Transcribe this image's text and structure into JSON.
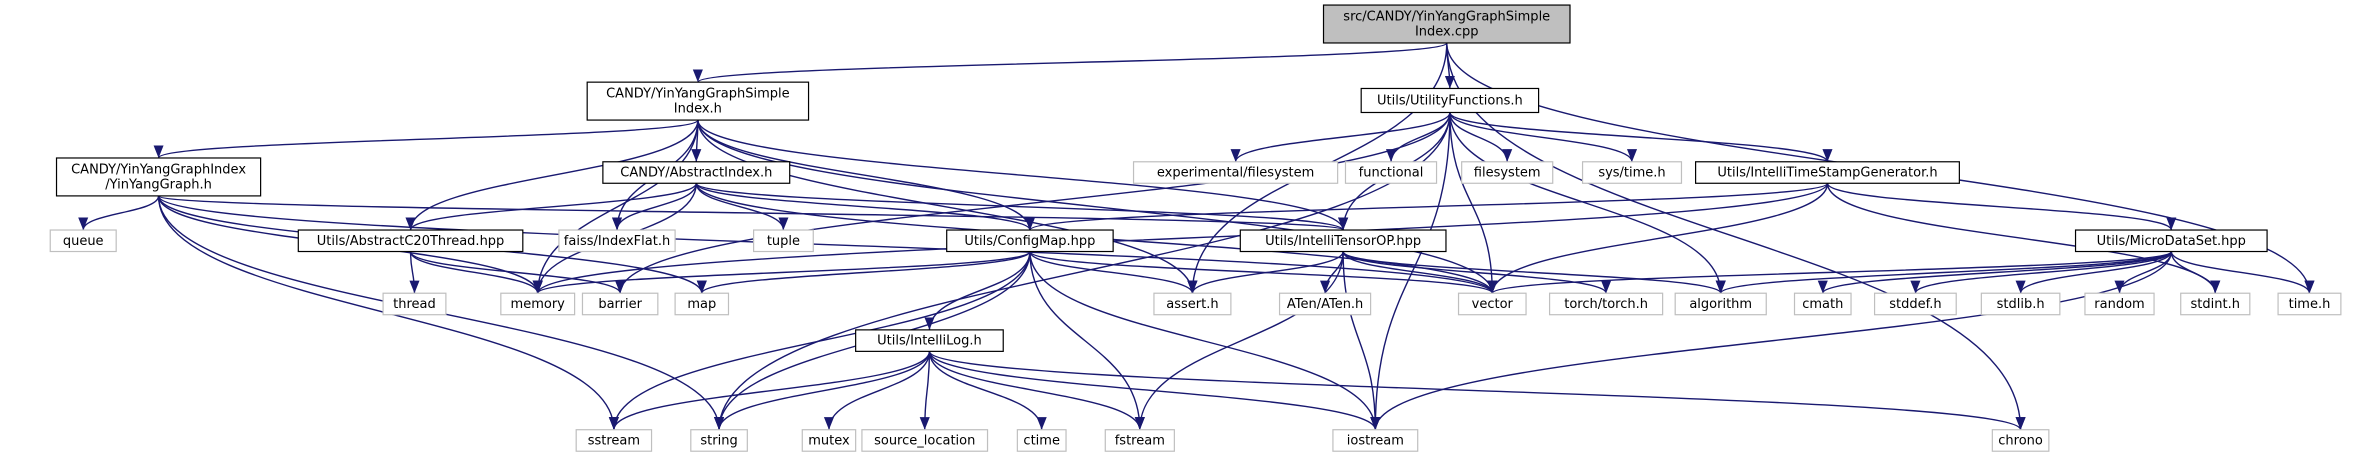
{
  "graph": {
    "nodes": [
      {
        "id": "root",
        "lines": [
          "src/CANDY/YinYangGraphSimple",
          "Index.cpp"
        ],
        "kind": "main"
      },
      {
        "id": "yygsi",
        "lines": [
          "CANDY/YinYangGraphSimple",
          "Index.h"
        ],
        "kind": "local"
      },
      {
        "id": "utilfn",
        "lines": [
          "Utils/UtilityFunctions.h"
        ],
        "kind": "local"
      },
      {
        "id": "yyg",
        "lines": [
          "CANDY/YinYangGraphIndex",
          "/YinYangGraph.h"
        ],
        "kind": "local"
      },
      {
        "id": "absidx",
        "lines": [
          "CANDY/AbstractIndex.h"
        ],
        "kind": "local"
      },
      {
        "id": "expfs",
        "lines": [
          "experimental/filesystem"
        ],
        "kind": "system"
      },
      {
        "id": "functional",
        "lines": [
          "functional"
        ],
        "kind": "system"
      },
      {
        "id": "filesystem",
        "lines": [
          "filesystem"
        ],
        "kind": "system"
      },
      {
        "id": "systime",
        "lines": [
          "sys/time.h"
        ],
        "kind": "system"
      },
      {
        "id": "itsg",
        "lines": [
          "Utils/IntelliTimeStampGenerator.h"
        ],
        "kind": "local"
      },
      {
        "id": "queue",
        "lines": [
          "queue"
        ],
        "kind": "system"
      },
      {
        "id": "faiss",
        "lines": [
          "faiss/IndexFlat.h"
        ],
        "kind": "system"
      },
      {
        "id": "tuple",
        "lines": [
          "tuple"
        ],
        "kind": "system"
      },
      {
        "id": "ac20",
        "lines": [
          "Utils/AbstractC20Thread.hpp"
        ],
        "kind": "local"
      },
      {
        "id": "cfgmap",
        "lines": [
          "Utils/ConfigMap.hpp"
        ],
        "kind": "local"
      },
      {
        "id": "tensor",
        "lines": [
          "Utils/IntelliTensorOP.hpp"
        ],
        "kind": "local"
      },
      {
        "id": "mds",
        "lines": [
          "Utils/MicroDataSet.hpp"
        ],
        "kind": "local"
      },
      {
        "id": "thread",
        "lines": [
          "thread"
        ],
        "kind": "system"
      },
      {
        "id": "memory",
        "lines": [
          "memory"
        ],
        "kind": "system"
      },
      {
        "id": "barrier",
        "lines": [
          "barrier"
        ],
        "kind": "system"
      },
      {
        "id": "map",
        "lines": [
          "map"
        ],
        "kind": "system"
      },
      {
        "id": "assert",
        "lines": [
          "assert.h"
        ],
        "kind": "system"
      },
      {
        "id": "aten",
        "lines": [
          "ATen/ATen.h"
        ],
        "kind": "system"
      },
      {
        "id": "vector",
        "lines": [
          "vector"
        ],
        "kind": "system"
      },
      {
        "id": "torch",
        "lines": [
          "torch/torch.h"
        ],
        "kind": "system"
      },
      {
        "id": "algorithm",
        "lines": [
          "algorithm"
        ],
        "kind": "system"
      },
      {
        "id": "cmath",
        "lines": [
          "cmath"
        ],
        "kind": "system"
      },
      {
        "id": "stddef",
        "lines": [
          "stddef.h"
        ],
        "kind": "system"
      },
      {
        "id": "stdlib",
        "lines": [
          "stdlib.h"
        ],
        "kind": "system"
      },
      {
        "id": "random",
        "lines": [
          "random"
        ],
        "kind": "system"
      },
      {
        "id": "stdint",
        "lines": [
          "stdint.h"
        ],
        "kind": "system"
      },
      {
        "id": "timeh",
        "lines": [
          "time.h"
        ],
        "kind": "system"
      },
      {
        "id": "ilog",
        "lines": [
          "Utils/IntelliLog.h"
        ],
        "kind": "local"
      },
      {
        "id": "sstream",
        "lines": [
          "sstream"
        ],
        "kind": "system"
      },
      {
        "id": "string",
        "lines": [
          "string"
        ],
        "kind": "system"
      },
      {
        "id": "mutex",
        "lines": [
          "mutex"
        ],
        "kind": "system"
      },
      {
        "id": "srcloc",
        "lines": [
          "source_location"
        ],
        "kind": "system"
      },
      {
        "id": "ctime",
        "lines": [
          "ctime"
        ],
        "kind": "system"
      },
      {
        "id": "fstream",
        "lines": [
          "fstream"
        ],
        "kind": "system"
      },
      {
        "id": "iostream",
        "lines": [
          "iostream"
        ],
        "kind": "system"
      },
      {
        "id": "chrono",
        "lines": [
          "chrono"
        ],
        "kind": "system"
      }
    ],
    "edges": [
      [
        "root",
        "yygsi"
      ],
      [
        "root",
        "utilfn"
      ],
      [
        "root",
        "assert"
      ],
      [
        "root",
        "timeh"
      ],
      [
        "root",
        "chrono"
      ],
      [
        "yygsi",
        "yyg"
      ],
      [
        "yygsi",
        "absidx"
      ],
      [
        "yygsi",
        "ac20"
      ],
      [
        "yygsi",
        "faiss"
      ],
      [
        "yygsi",
        "cfgmap"
      ],
      [
        "yygsi",
        "tensor"
      ],
      [
        "yygsi",
        "memory"
      ],
      [
        "yygsi",
        "vector"
      ],
      [
        "yygsi",
        "assert"
      ],
      [
        "utilfn",
        "expfs"
      ],
      [
        "utilfn",
        "functional"
      ],
      [
        "utilfn",
        "filesystem"
      ],
      [
        "utilfn",
        "systime"
      ],
      [
        "utilfn",
        "itsg"
      ],
      [
        "utilfn",
        "tensor"
      ],
      [
        "utilfn",
        "string"
      ],
      [
        "utilfn",
        "barrier"
      ],
      [
        "utilfn",
        "vector"
      ],
      [
        "utilfn",
        "algorithm"
      ],
      [
        "utilfn",
        "iostream"
      ],
      [
        "yyg",
        "queue"
      ],
      [
        "yyg",
        "memory"
      ],
      [
        "yyg",
        "map"
      ],
      [
        "yyg",
        "sstream"
      ],
      [
        "yyg",
        "string"
      ],
      [
        "yyg",
        "vector"
      ],
      [
        "yyg",
        "tensor"
      ],
      [
        "absidx",
        "ac20"
      ],
      [
        "absidx",
        "faiss"
      ],
      [
        "absidx",
        "tuple"
      ],
      [
        "absidx",
        "cfgmap"
      ],
      [
        "absidx",
        "tensor"
      ],
      [
        "absidx",
        "memory"
      ],
      [
        "absidx",
        "vector"
      ],
      [
        "itsg",
        "cfgmap"
      ],
      [
        "itsg",
        "memory"
      ],
      [
        "itsg",
        "mds"
      ],
      [
        "itsg",
        "vector"
      ],
      [
        "itsg",
        "stdint"
      ],
      [
        "ac20",
        "thread"
      ],
      [
        "ac20",
        "memory"
      ],
      [
        "ac20",
        "barrier"
      ],
      [
        "cfgmap",
        "memory"
      ],
      [
        "cfgmap",
        "map"
      ],
      [
        "cfgmap",
        "assert"
      ],
      [
        "cfgmap",
        "ilog"
      ],
      [
        "cfgmap",
        "sstream"
      ],
      [
        "cfgmap",
        "string"
      ],
      [
        "cfgmap",
        "fstream"
      ],
      [
        "cfgmap",
        "iostream"
      ],
      [
        "cfgmap",
        "vector"
      ],
      [
        "tensor",
        "assert"
      ],
      [
        "tensor",
        "aten"
      ],
      [
        "tensor",
        "vector"
      ],
      [
        "tensor",
        "torch"
      ],
      [
        "tensor",
        "fstream"
      ],
      [
        "tensor",
        "iostream"
      ],
      [
        "tensor",
        "algorithm"
      ],
      [
        "mds",
        "vector"
      ],
      [
        "mds",
        "algorithm"
      ],
      [
        "mds",
        "cmath"
      ],
      [
        "mds",
        "stddef"
      ],
      [
        "mds",
        "stdlib"
      ],
      [
        "mds",
        "random"
      ],
      [
        "mds",
        "stdint"
      ],
      [
        "mds",
        "timeh"
      ],
      [
        "mds",
        "iostream"
      ],
      [
        "ilog",
        "sstream"
      ],
      [
        "ilog",
        "string"
      ],
      [
        "ilog",
        "mutex"
      ],
      [
        "ilog",
        "srcloc"
      ],
      [
        "ilog",
        "ctime"
      ],
      [
        "ilog",
        "fstream"
      ],
      [
        "ilog",
        "iostream"
      ],
      [
        "ilog",
        "chrono"
      ]
    ]
  }
}
